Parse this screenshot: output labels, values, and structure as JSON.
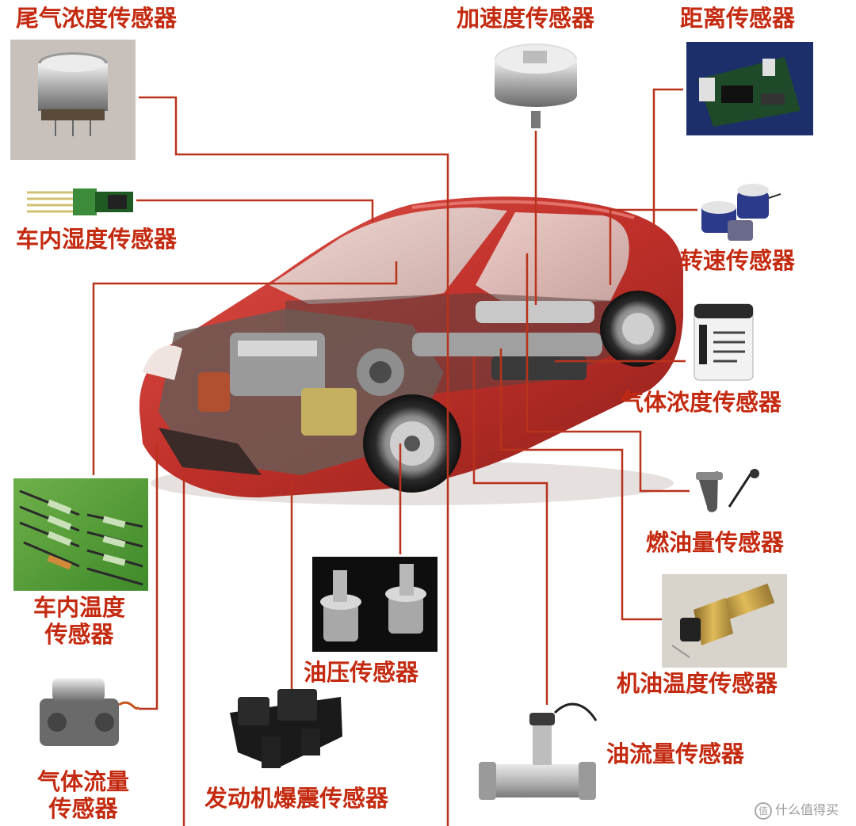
{
  "labels": {
    "exhaust": "尾气浓度传感器",
    "accel": "加速度传感器",
    "distance": "距离传感器",
    "humidity": "车内湿度传感器",
    "speed": "转速传感器",
    "gas": "气体浓度传感器",
    "cabin_temp_1": "车内温度",
    "cabin_temp_2": "传感器",
    "fuel_level": "燃油量传感器",
    "oil_pressure": "油压传感器",
    "oil_temp": "机油温度传感器",
    "oil_flow": "油流量传感器",
    "gas_flow_1": "气体流量",
    "gas_flow_2": "传感器",
    "knock": "发动机爆震传感器"
  },
  "watermark": {
    "icon": "值",
    "text": "什么值得买"
  },
  "colors": {
    "label": "#c42a10",
    "leader_line": "#b8321c",
    "car_body": "#c8342a"
  }
}
